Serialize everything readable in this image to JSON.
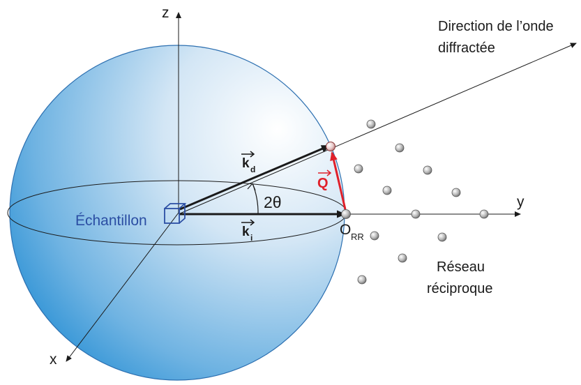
{
  "labels": {
    "direction_line1": "Direction de l’onde",
    "direction_line2": "diffractée",
    "axis_z": "z",
    "axis_y": "y",
    "axis_x": "x",
    "sample": "Échantillon",
    "angle": "2θ",
    "kd_main": "k",
    "kd_sub": "d",
    "ki_main": "k",
    "ki_sub": "i",
    "q": "Q",
    "origin_main": "O",
    "origin_sub": "RR",
    "lattice_line1": "Réseau",
    "lattice_line2": "réciproque"
  },
  "colors": {
    "sphere_light": "#ffffff",
    "sphere_dark": "#1e8ad2",
    "sample_blue": "#2b4ea3",
    "q_red": "#e0202a",
    "point_gray": "#9a9a9a",
    "ink": "#1a1a1a"
  }
}
